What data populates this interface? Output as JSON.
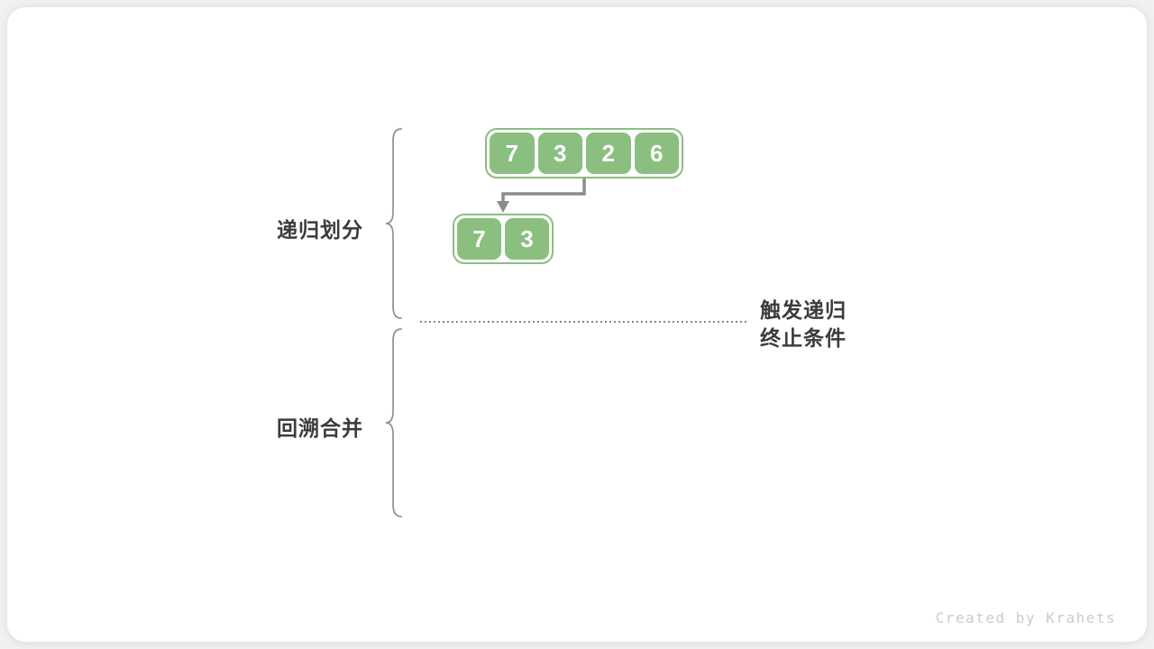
{
  "diagram": {
    "phase_labels": [
      {
        "label": "递归划分"
      },
      {
        "label": "回溯合并"
      }
    ],
    "annotation": {
      "line1": "触发递归",
      "line2": "终止条件"
    },
    "arrays": {
      "top": [
        "7",
        "3",
        "2",
        "6"
      ],
      "bottom": [
        "7",
        "3"
      ]
    }
  },
  "footer": {
    "watermark": "Created by Krahets"
  },
  "colors": {
    "cell_green": "#8ABF80",
    "arrow_gray": "#8C8C8C",
    "brace_gray": "#8F8F8F",
    "dotted_line_gray": "#787878",
    "text_dark": "#3B3B3B",
    "watermark_gray": "#CBCBCB",
    "card_white": "#FFFFFF",
    "page_bg": "#F1F1F1"
  }
}
